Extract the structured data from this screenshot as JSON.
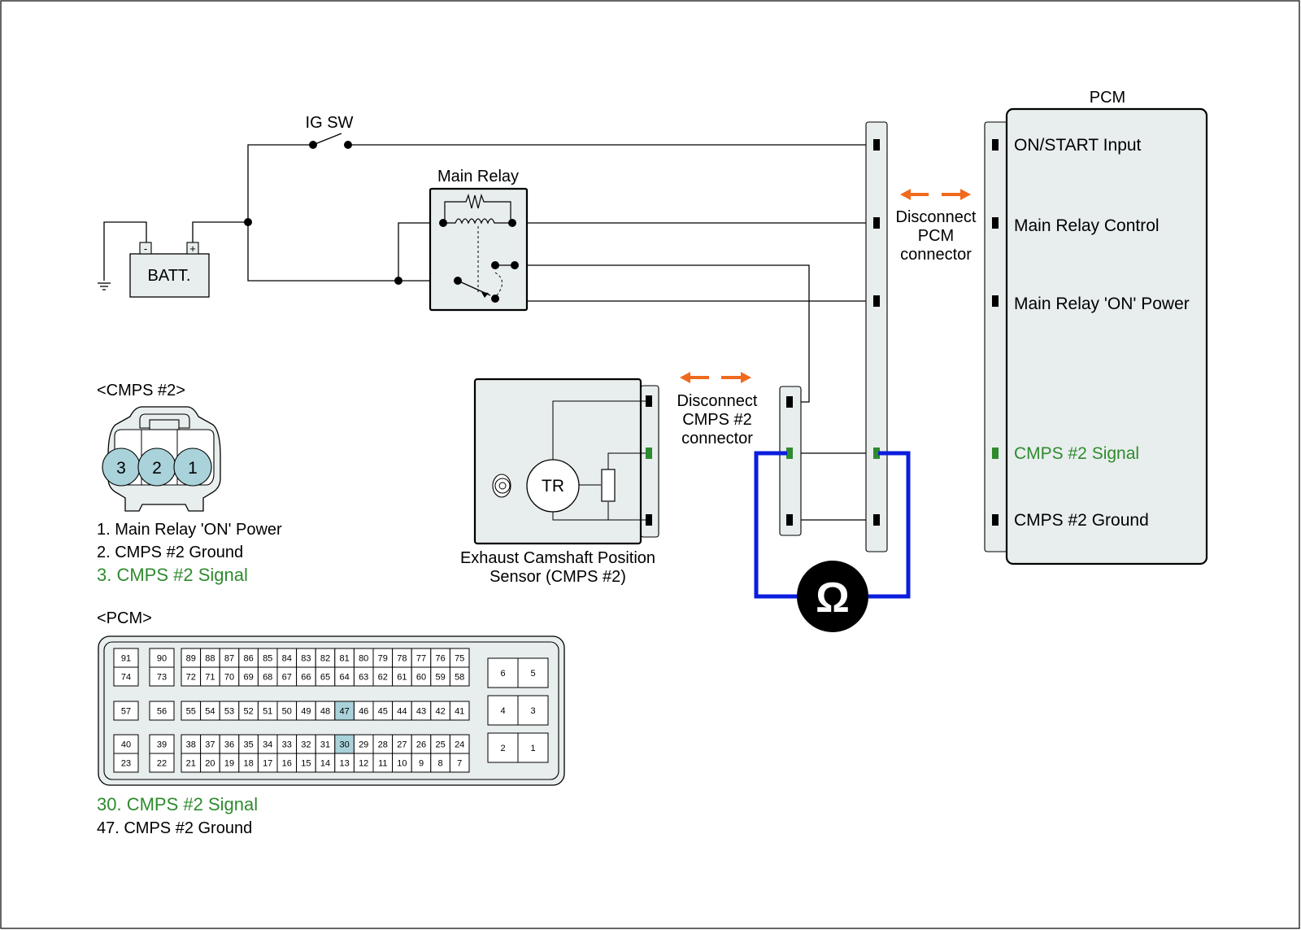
{
  "colors": {
    "signal_green": "#2e8b2e",
    "meter_blue": "#0a1edc",
    "arrow_orange": "#f06a1e",
    "panel_fill": "#e8eded",
    "pin_highlight": "#a9d2da",
    "connector_cavity": "#a9d2da"
  },
  "schematic": {
    "ig_sw": "IG SW",
    "main_relay": "Main Relay",
    "batt": "BATT.",
    "batt_minus": "-",
    "batt_plus": "+",
    "pcm_title": "PCM",
    "pcm_pins": [
      {
        "label": "ON/START Input",
        "highlight": false
      },
      {
        "label": "Main Relay Control",
        "highlight": false
      },
      {
        "label": "Main Relay 'ON' Power",
        "highlight": false
      },
      {
        "label": "CMPS #2 Signal",
        "highlight": true
      },
      {
        "label": "CMPS #2 Ground",
        "highlight": false
      }
    ],
    "disconnect_pcm": [
      "Disconnect",
      "PCM",
      "connector"
    ],
    "disconnect_cmps": [
      "Disconnect",
      "CMPS #2",
      "connector"
    ],
    "sensor_tr": "TR",
    "sensor_caption": [
      "Exhaust Camshaft Position",
      "Sensor (CMPS #2)"
    ],
    "ohmmeter_symbol": "Ω",
    "icons": [
      "double-arrow-icon",
      "ohmmeter-icon",
      "ground-icon"
    ]
  },
  "cmps_connector": {
    "title": "<CMPS #2>",
    "cavities": [
      "3",
      "2",
      "1"
    ],
    "legend": [
      {
        "text": "1. Main Relay 'ON' Power",
        "highlight": false
      },
      {
        "text": "2. CMPS #2 Ground",
        "highlight": false
      },
      {
        "text": "3. CMPS #2 Signal",
        "highlight": true
      }
    ]
  },
  "pcm_connector": {
    "title": "<PCM>",
    "highlighted_pins": [
      "30",
      "47"
    ],
    "row1_top": [
      "89",
      "88",
      "87",
      "86",
      "85",
      "84",
      "83",
      "82",
      "81",
      "80",
      "79",
      "78",
      "77",
      "76",
      "75"
    ],
    "row1_bottom": [
      "72",
      "71",
      "70",
      "69",
      "68",
      "67",
      "66",
      "65",
      "64",
      "63",
      "62",
      "61",
      "60",
      "59",
      "58"
    ],
    "row2": [
      "55",
      "54",
      "53",
      "52",
      "51",
      "50",
      "49",
      "48",
      "47",
      "46",
      "45",
      "44",
      "43",
      "42",
      "41"
    ],
    "row3_top": [
      "38",
      "37",
      "36",
      "35",
      "34",
      "33",
      "32",
      "31",
      "30",
      "29",
      "28",
      "27",
      "26",
      "25",
      "24"
    ],
    "row3_bottom": [
      "21",
      "20",
      "19",
      "18",
      "17",
      "16",
      "15",
      "14",
      "13",
      "12",
      "11",
      "10",
      "9",
      "8",
      "7"
    ],
    "left_col1": [
      [
        "91",
        "74"
      ],
      [
        "57"
      ],
      [
        "40",
        "23"
      ]
    ],
    "left_col2": [
      [
        "90",
        "73"
      ],
      [
        "56"
      ],
      [
        "39",
        "22"
      ]
    ],
    "right_pairs": [
      [
        "6",
        "5"
      ],
      [
        "4",
        "3"
      ],
      [
        "2",
        "1"
      ]
    ],
    "legend": [
      {
        "text": "30. CMPS #2 Signal",
        "highlight": true
      },
      {
        "text": "47. CMPS #2 Ground",
        "highlight": false
      }
    ]
  }
}
